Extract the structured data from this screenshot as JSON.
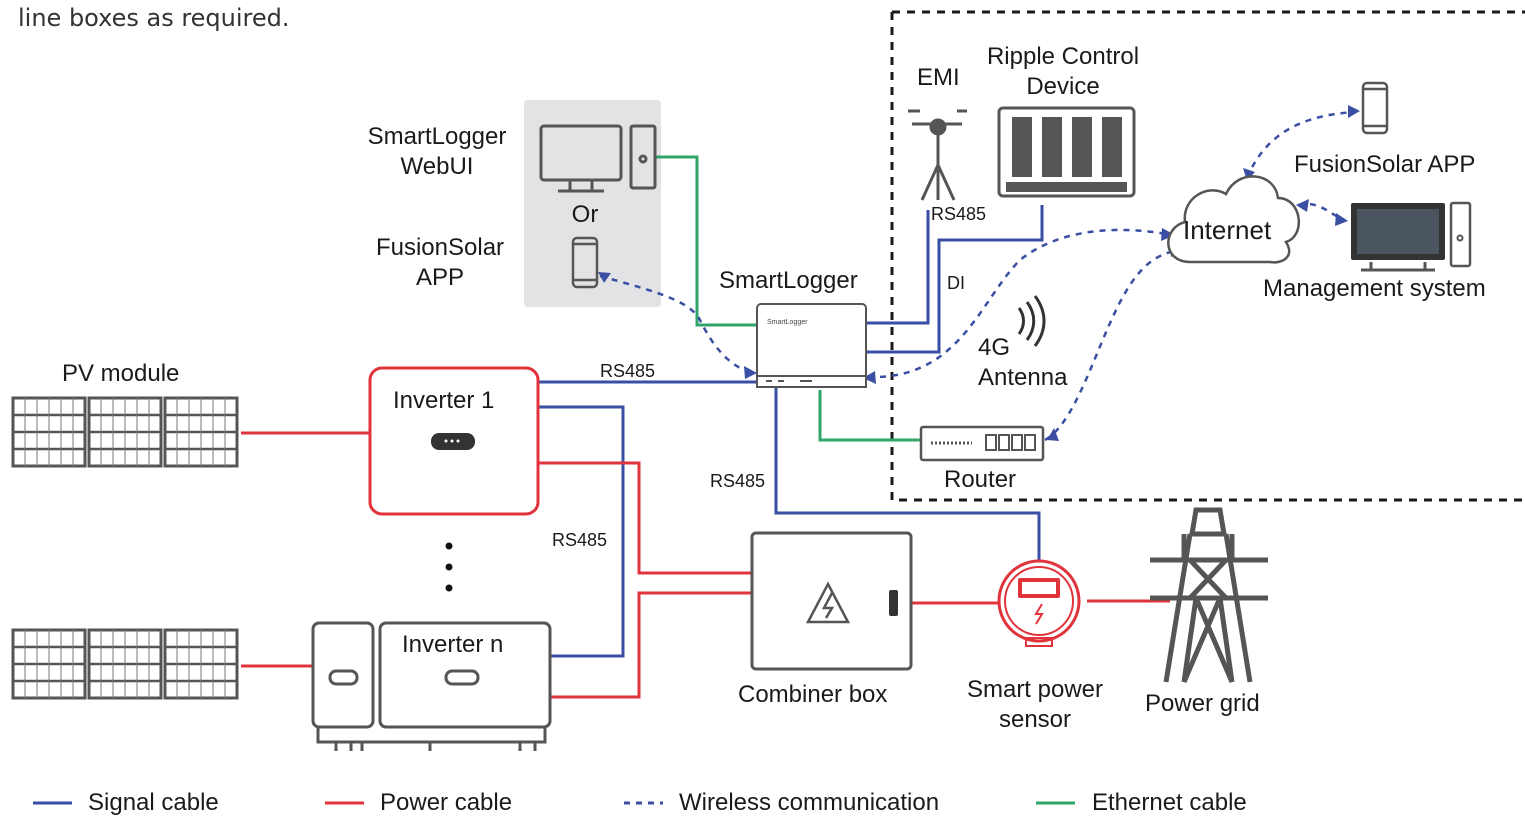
{
  "intro_text": "line boxes as required.",
  "labels": {
    "smartlogger_webui": "SmartLogger\nWebUI",
    "or": "Or",
    "fusionsolar_app_left": "FusionSolar\nAPP",
    "smartlogger": "SmartLogger",
    "emi": "EMI",
    "ripple_control_device": "Ripple Control\nDevice",
    "rs485_emi": "RS485",
    "di": "DI",
    "internet": "Internet",
    "fusionsolar_app_right": "FusionSolar APP",
    "management_system": "Management system",
    "antenna": "4G\nAntenna",
    "router": "Router",
    "pv_module": "PV module",
    "inverter_1": "Inverter 1",
    "inverter_n": "Inverter n",
    "rs485_top": "RS485",
    "rs485_mid": "RS485",
    "rs485_left": "RS485",
    "combiner_box": "Combiner box",
    "smart_power_sensor": "Smart power\nsensor",
    "power_grid": "Power grid",
    "smartlogger_device_text": "SmartLogger"
  },
  "legend": [
    {
      "label": "Signal cable",
      "color": "#3a4fa3",
      "style": "solid"
    },
    {
      "label": "Power cable",
      "color": "#e0333c",
      "style": "solid"
    },
    {
      "label": "Wireless communication",
      "color": "#3a4fa3",
      "style": "dashed"
    },
    {
      "label": "Ethernet cable",
      "color": "#2fa56a",
      "style": "solid"
    }
  ],
  "colors": {
    "signal": "#3a4fa3",
    "power": "#e0333c",
    "wireless": "#3a4fa3",
    "ethernet": "#2fa56a",
    "device_stroke": "#555555",
    "highlight_box": "#e3e3e5",
    "inverter_1_border": "#e0333c"
  },
  "icons": [
    "desktop-computer-icon",
    "smartphone-icon",
    "smartlogger-device-icon",
    "weather-station-icon",
    "ripple-control-device-icon",
    "cloud-icon",
    "antenna-signal-icon",
    "router-icon",
    "pv-panel-icon",
    "inverter-icon",
    "combiner-box-icon",
    "lightning-warning-icon",
    "smart-power-sensor-icon",
    "transmission-tower-icon"
  ]
}
